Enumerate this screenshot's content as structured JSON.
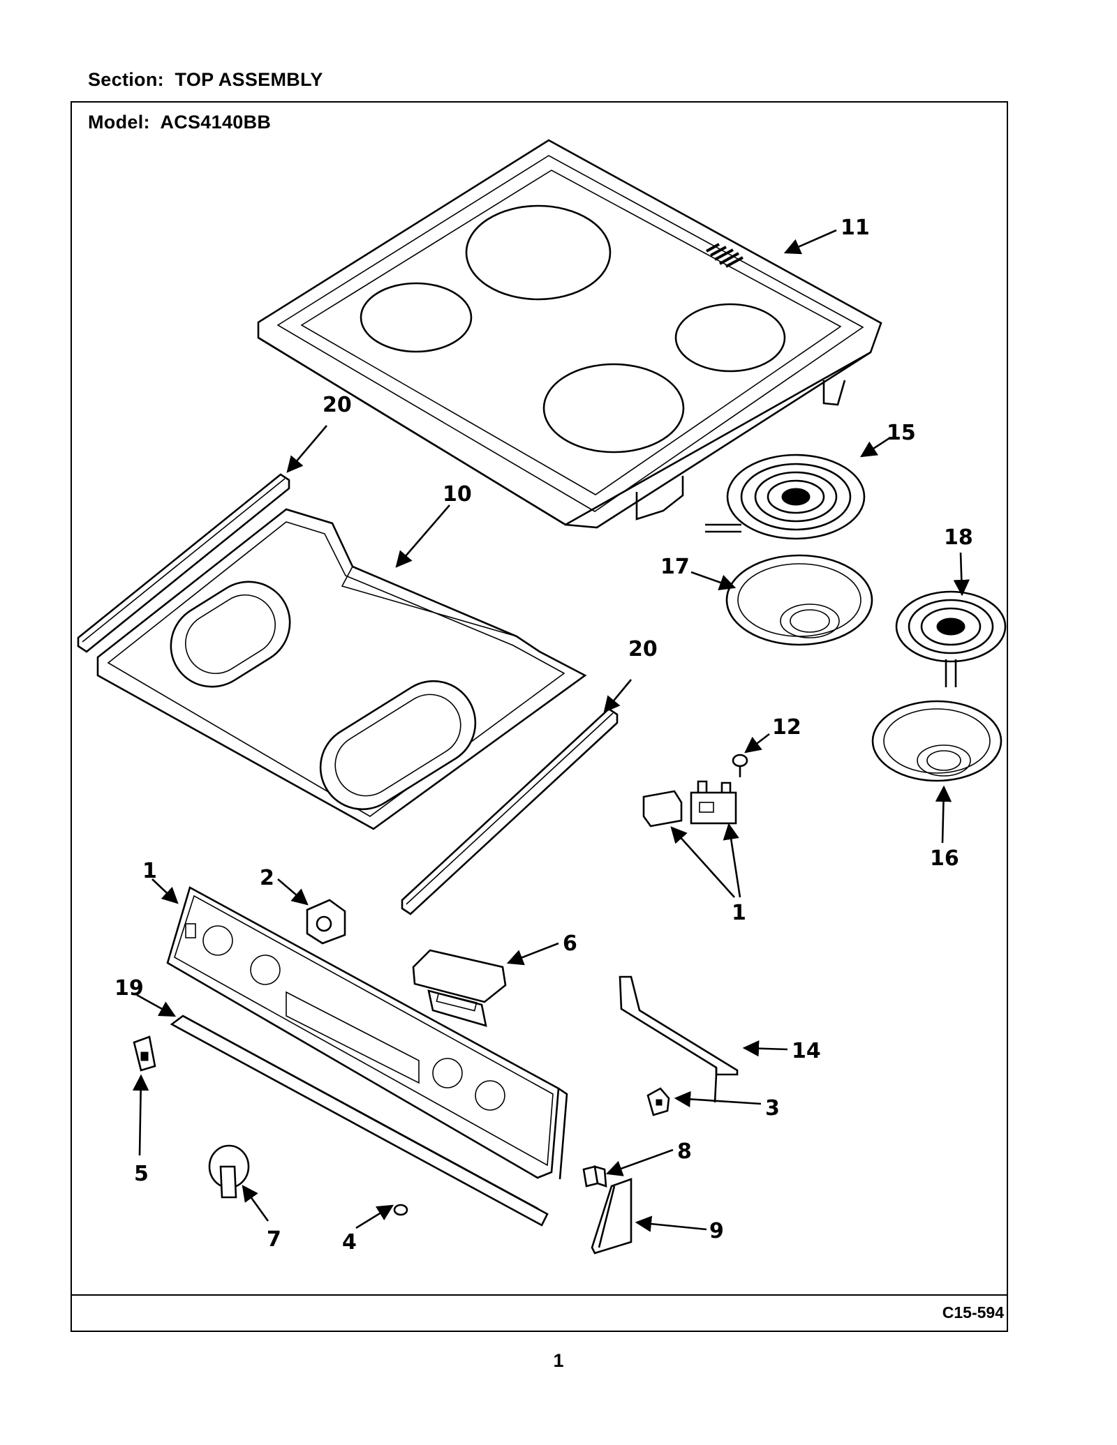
{
  "header": {
    "section_label": "Section:",
    "section_value": "TOP ASSEMBLY",
    "model_label": "Model:",
    "model_value": "ACS4140BB"
  },
  "footer": {
    "diagram_code": "C15-594",
    "page_number": "1"
  },
  "callouts": {
    "c11": "11",
    "c20a": "20",
    "c10": "10",
    "c15": "15",
    "c18": "18",
    "c17": "17",
    "c20b": "20",
    "c12": "12",
    "c1a": "1",
    "c1b": "1",
    "c16": "16",
    "c2": "2",
    "c6": "6",
    "c19": "19",
    "c14": "14",
    "c5": "5",
    "c3": "3",
    "c8": "8",
    "c9": "9",
    "c7": "7",
    "c4": "4"
  }
}
